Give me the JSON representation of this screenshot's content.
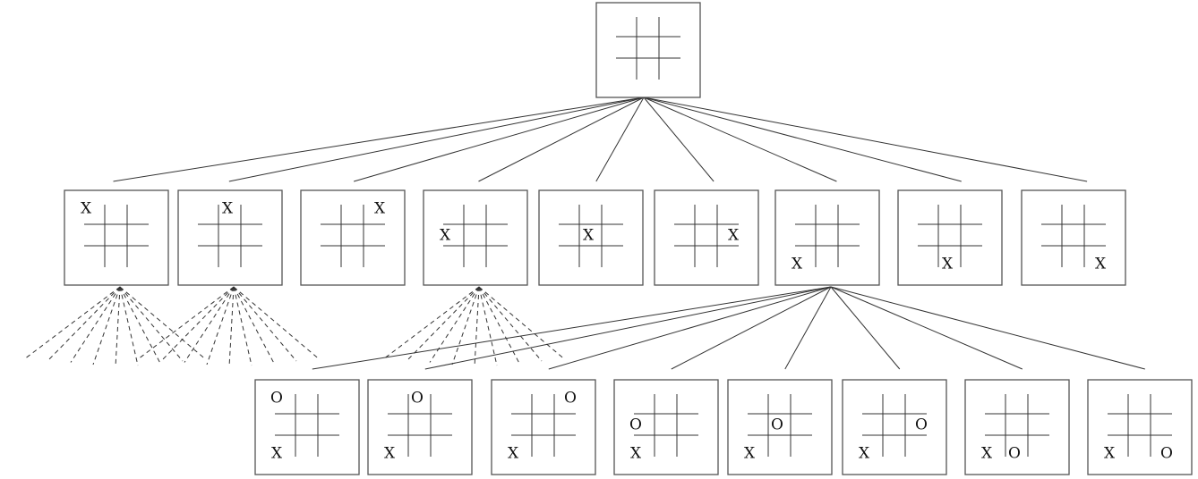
{
  "diagram": {
    "root": {
      "board": [
        "",
        "",
        "",
        "",
        "",
        "",
        "",
        "",
        ""
      ]
    },
    "level1": [
      {
        "board": [
          "X",
          "",
          "",
          "",
          "",
          "",
          "",
          "",
          ""
        ],
        "expanded": "dashed"
      },
      {
        "board": [
          "",
          "X",
          "",
          "",
          "",
          "",
          "",
          "",
          ""
        ],
        "expanded": "dashed"
      },
      {
        "board": [
          "",
          "",
          "X",
          "",
          "",
          "",
          "",
          "",
          ""
        ],
        "expanded": "none"
      },
      {
        "board": [
          "",
          "",
          "",
          "X",
          "",
          "",
          "",
          "",
          ""
        ],
        "expanded": "dashed"
      },
      {
        "board": [
          "",
          "",
          "",
          "",
          "X",
          "",
          "",
          "",
          ""
        ],
        "expanded": "none"
      },
      {
        "board": [
          "",
          "",
          "",
          "",
          "",
          "X",
          "",
          "",
          ""
        ],
        "expanded": "none"
      },
      {
        "board": [
          "",
          "",
          "",
          "",
          "",
          "",
          "X",
          "",
          ""
        ],
        "expanded": "children"
      },
      {
        "board": [
          "",
          "",
          "",
          "",
          "",
          "",
          "",
          "X",
          ""
        ],
        "expanded": "none"
      },
      {
        "board": [
          "",
          "",
          "",
          "",
          "",
          "",
          "",
          "",
          "X"
        ],
        "expanded": "none"
      }
    ],
    "level2": [
      {
        "board": [
          "O",
          "",
          "",
          "",
          "",
          "",
          "X",
          "",
          ""
        ]
      },
      {
        "board": [
          "",
          "O",
          "",
          "",
          "",
          "",
          "X",
          "",
          ""
        ]
      },
      {
        "board": [
          "",
          "",
          "O",
          "",
          "",
          "",
          "X",
          "",
          ""
        ]
      },
      {
        "board": [
          "",
          "",
          "",
          "O",
          "",
          "",
          "X",
          "",
          ""
        ]
      },
      {
        "board": [
          "",
          "",
          "",
          "",
          "O",
          "",
          "X",
          "",
          ""
        ]
      },
      {
        "board": [
          "",
          "",
          "",
          "",
          "",
          "O",
          "X",
          "",
          ""
        ]
      },
      {
        "board": [
          "",
          "",
          "",
          "",
          "",
          "",
          "X",
          "O",
          ""
        ]
      },
      {
        "board": [
          "",
          "",
          "",
          "",
          "",
          "",
          "X",
          "",
          "O"
        ]
      }
    ]
  }
}
